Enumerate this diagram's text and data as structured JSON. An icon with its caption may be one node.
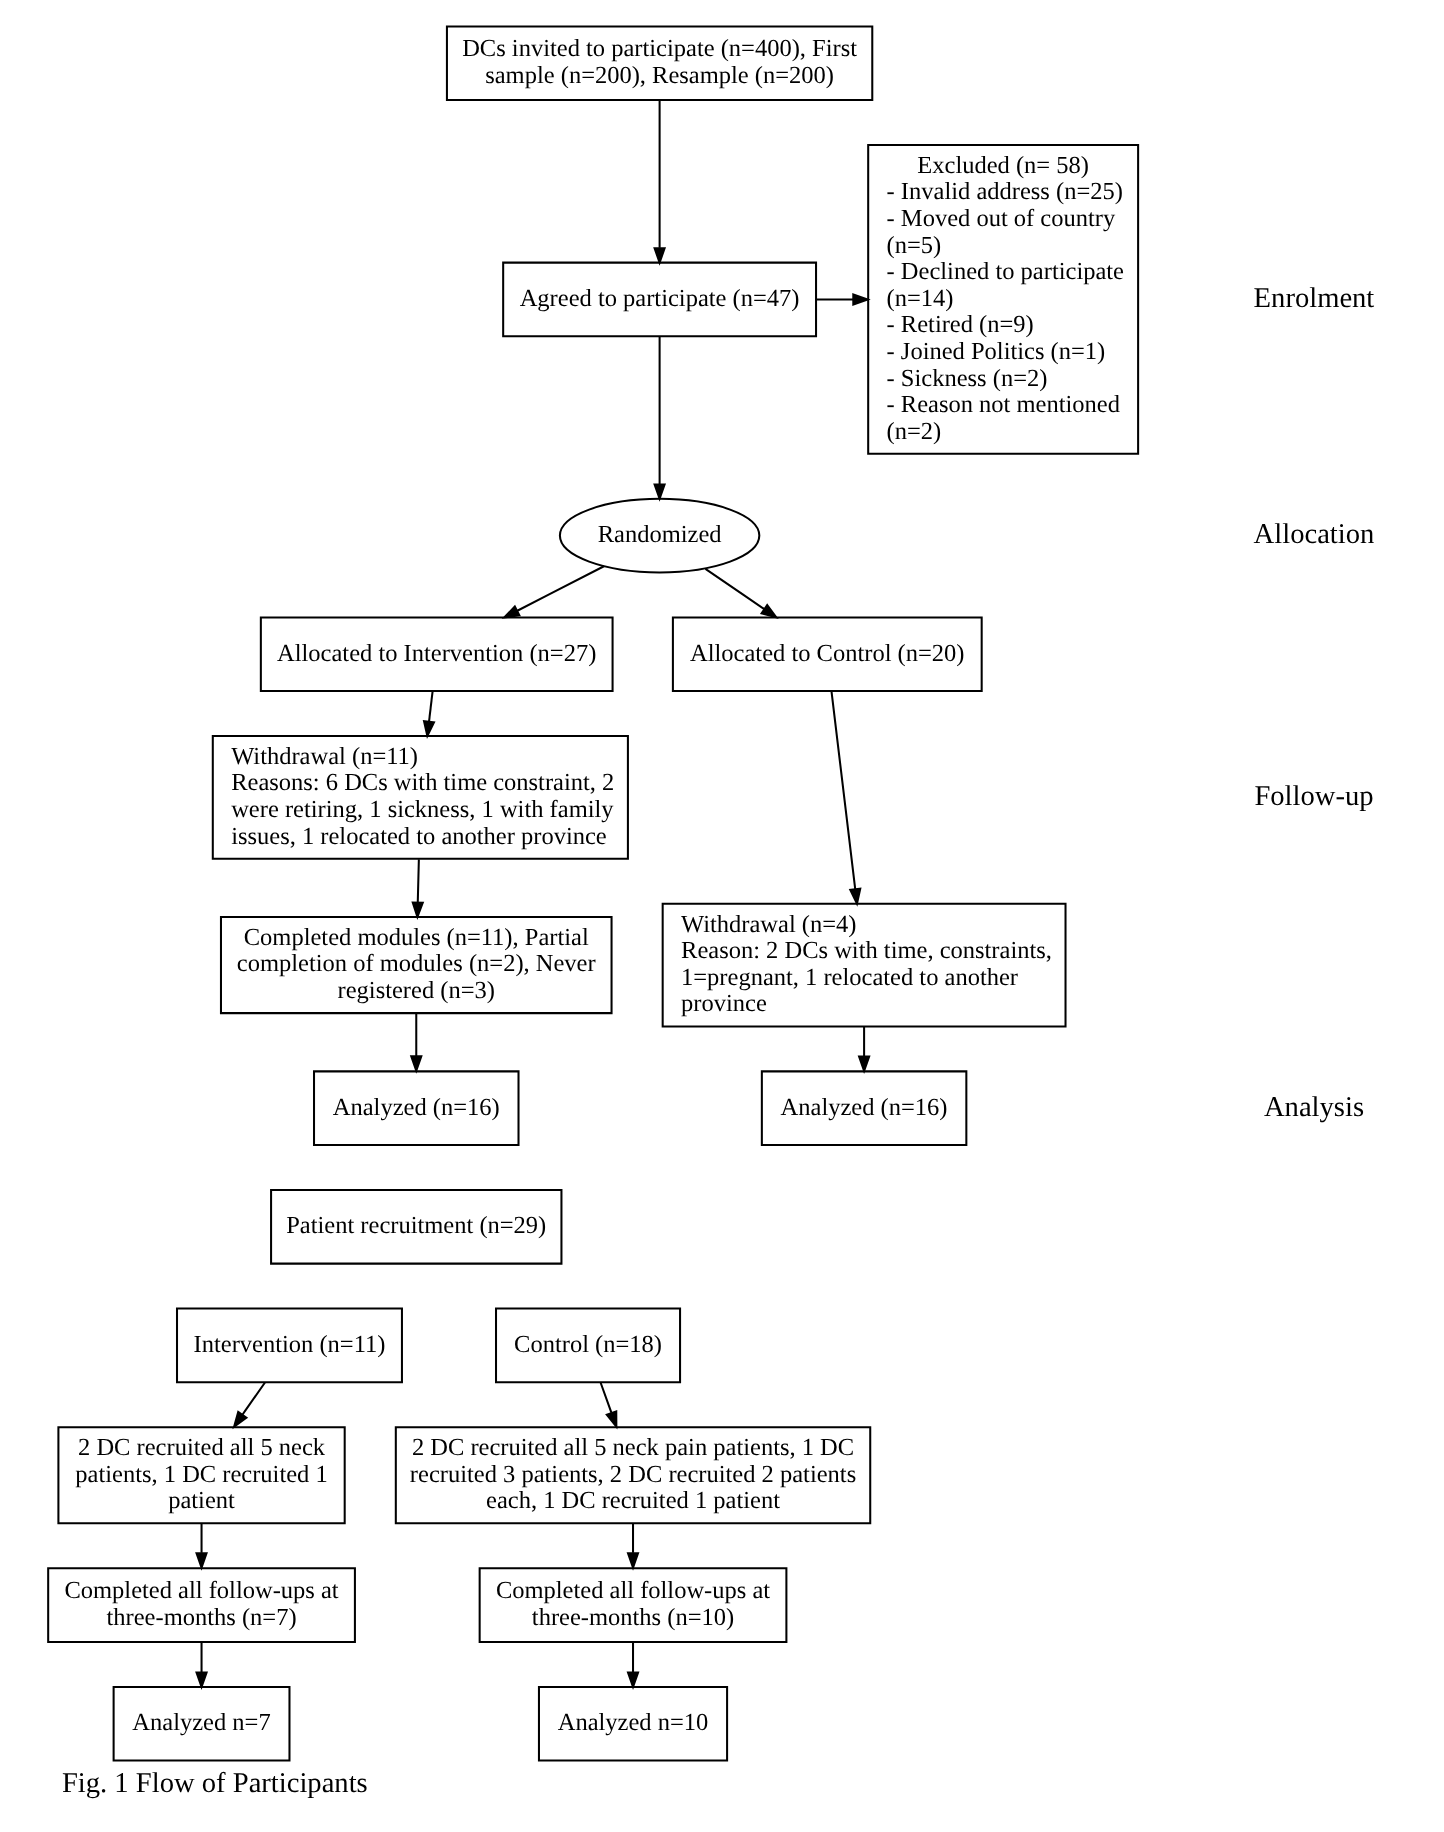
{
  "diagram": {
    "caption": "Fig. 1 Flow of Participants",
    "nodes": [
      {
        "text": [
          "DCs invited to participate (n=400), First sample (n=200), Resample (n=200)"
        ]
      },
      {
        "text": [
          "Excluded (n= 58)",
          "- Invalid address (n=25)",
          "- Moved out of country (n=5)",
          "- Declined to participate (n=14)",
          "- Retired (n=9)",
          "- Joined Politics (n=1)",
          "- Sickness (n=2)",
          "- Reason not mentioned (n=2)"
        ]
      },
      {
        "text": [
          "Agreed to participate (n=47)"
        ]
      },
      {
        "text": [
          "Randomized"
        ]
      },
      {
        "text": [
          "Allocated to Intervention (n=27)"
        ]
      },
      {
        "text": [
          "Allocated to Control (n=20)"
        ]
      },
      {
        "text": [
          "Withdrawal (n=11)",
          "Reasons: 6 DCs with time constraint, 2 were retiring, 1 sickness, 1 with family issues, 1 relocated to another province"
        ]
      },
      {
        "text": [
          "Withdrawal (n=4)",
          "Reason: 2 DCs with time, constraints, 1=pregnant, 1 relocated to another province"
        ]
      },
      {
        "text": [
          "Completed modules (n=11), Partial completion of modules (n=2), Never registered (n=3)"
        ]
      },
      {
        "text": [
          "Analyzed (n=16)"
        ]
      },
      {
        "text": [
          "Analyzed (n=16)"
        ]
      },
      {
        "text": [
          "Patient recruitment (n=29)"
        ]
      },
      {
        "text": [
          "Intervention (n=11)"
        ]
      },
      {
        "text": [
          "Control (n=18)"
        ]
      },
      {
        "text": [
          "2 DC recruited all 5 neck patients, 1 DC recruited 1 patient"
        ]
      },
      {
        "text": [
          "2 DC recruited all 5 neck pain patients, 1 DC recruited 3 patients, 2 DC recruited 2 patients each, 1 DC recruited 1 patient"
        ]
      },
      {
        "text": [
          "Completed all follow-ups at three-months (n=7)"
        ]
      },
      {
        "text": [
          "Completed all follow-ups at three-months (n=10)"
        ]
      },
      {
        "text": [
          "Analyzed n=7"
        ]
      },
      {
        "text": [
          "Analyzed n=10"
        ]
      }
    ],
    "edges": [
      {
        "from": 0,
        "to": 2,
        "arrow": "to"
      },
      {
        "from": 2,
        "to": 1,
        "arrow": "to"
      },
      {
        "from": 2,
        "to": 3,
        "arrow": "to"
      },
      {
        "from": 3,
        "to": 4,
        "arrow": "to"
      },
      {
        "from": 3,
        "to": 5,
        "arrow": "to"
      },
      {
        "from": 4,
        "to": 6,
        "arrow": "to"
      },
      {
        "from": 5,
        "to": 7,
        "arrow": "to"
      },
      {
        "from": 6,
        "to": 8,
        "arrow": "to"
      },
      {
        "from": 8,
        "to": 9,
        "arrow": "to"
      },
      {
        "from": 7,
        "to": 10,
        "arrow": "to"
      },
      {
        "from": 12,
        "to": 14,
        "arrow": "to"
      },
      {
        "from": 13,
        "to": 15,
        "arrow": "to"
      },
      {
        "from": 14,
        "to": 16,
        "arrow": "to"
      },
      {
        "from": 15,
        "to": 17,
        "arrow": "to"
      },
      {
        "from": 16,
        "to": 18,
        "arrow": "to"
      },
      {
        "from": 17,
        "to": 19,
        "arrow": "to"
      }
    ],
    "labels": [
      "Enrolment",
      "Allocation",
      "Follow-up",
      "Analysis"
    ]
  }
}
